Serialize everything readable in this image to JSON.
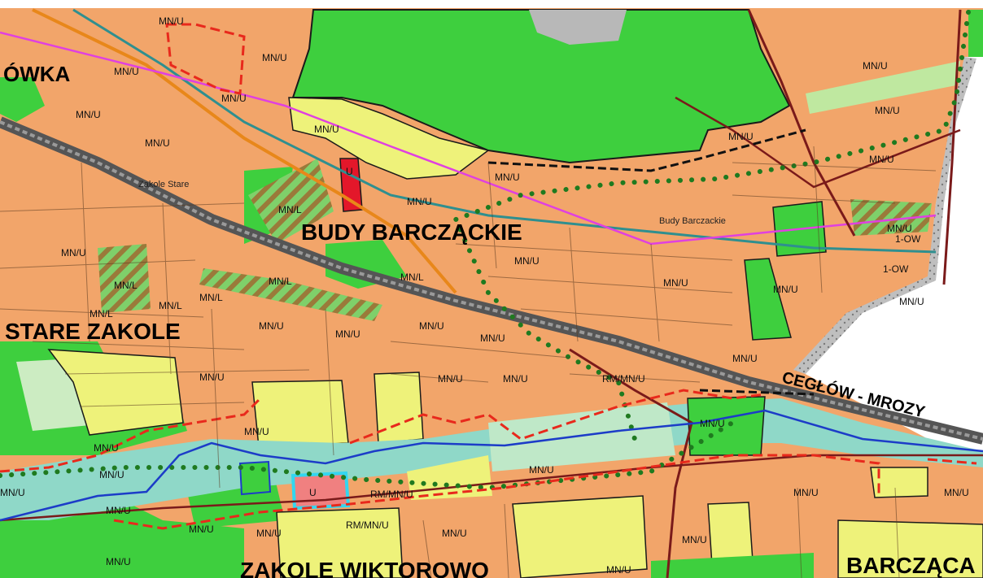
{
  "place_names": {
    "owka": "ÓWKA",
    "budy_barczackie": "BUDY BARCZĄCKIE",
    "stare_zakole": "STARE ZAKOLE",
    "zakole_wiktorowo": "ZAKOLE WIKTOROWO",
    "barczaca": "BARCZĄCA"
  },
  "road_label": "CEGŁÓW - MROZY",
  "small_labels": {
    "budy_barczackie_small": "Budy Barczackie",
    "zakole_stare_small": "Zakole Stare"
  },
  "zone_codes": {
    "mnu": "MN/U",
    "mnl": "MN/L",
    "rmmnu": "RM/MN/U",
    "ow": "1-OW",
    "u": "U"
  },
  "colors": {
    "residential": "#f2a56a",
    "forest": "#3ecf3e",
    "light_forest": "#7fe07f",
    "meadow": "#eef27a",
    "pale_meadow": "#ccecc2",
    "railway": "#5a5a5a",
    "boundary_red": "#e8291c",
    "dotted_green": "#1f7a1f",
    "pink_line": "#e040e0",
    "teal_line": "#2f8f8f",
    "river": "#1c3cc8",
    "water_zone": "#8fd8c8",
    "hatch_brown": "#8a6a2a",
    "white_area": "#ffffff"
  }
}
